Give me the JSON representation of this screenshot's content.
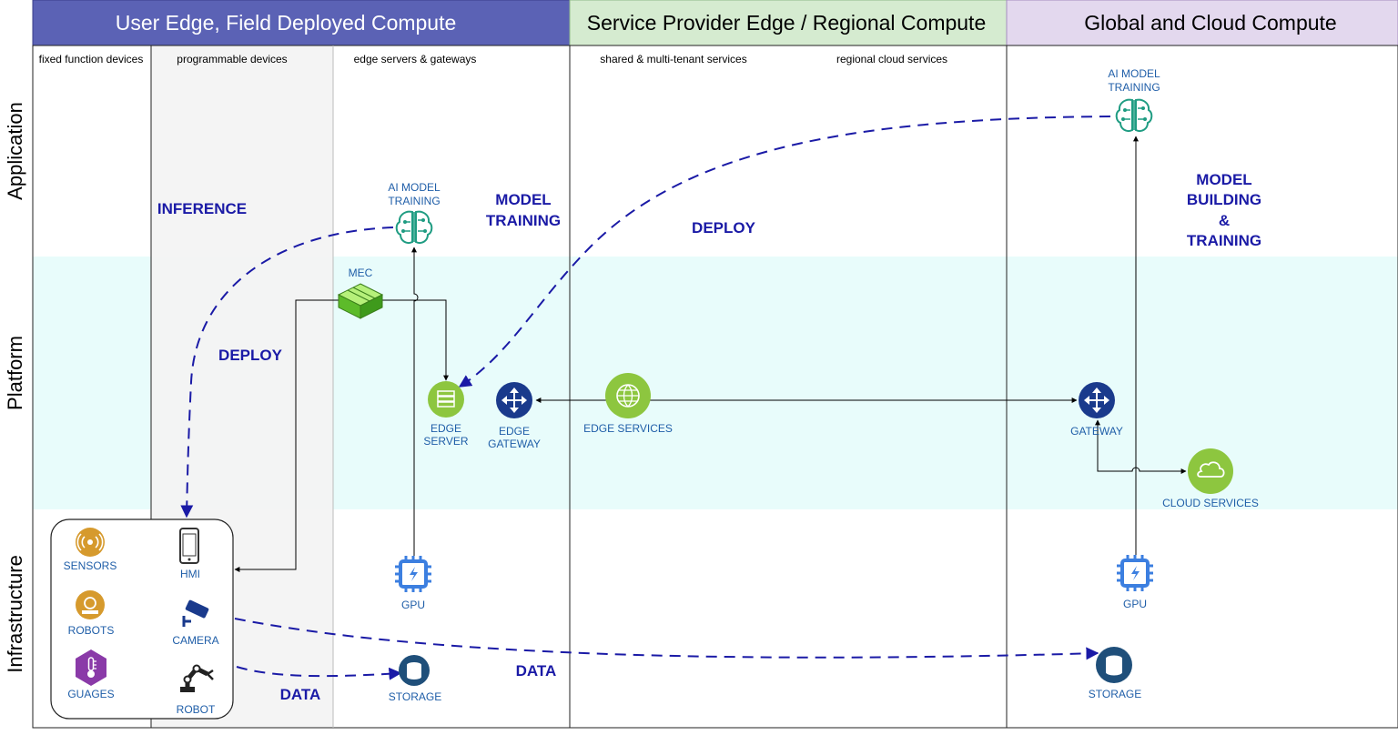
{
  "rows": {
    "application": "Application",
    "platform": "Platform",
    "infrastructure": "Infrastructure"
  },
  "zones": {
    "user_edge": {
      "title": "User Edge, Field Deployed Compute",
      "color": "#5b62b5"
    },
    "sp_edge": {
      "title": "Service Provider Edge / Regional Compute",
      "color": "#d5ebd0"
    },
    "global": {
      "title": "Global and Cloud Compute",
      "color": "#e3d8ee"
    }
  },
  "subcolumns": {
    "fixed": "fixed function devices",
    "programmable": "programmable devices",
    "edge_servers": "edge servers & gateways",
    "shared": "shared & multi-tenant services",
    "regional": "regional cloud services"
  },
  "labels": {
    "ai_training_edge": [
      "AI MODEL",
      "TRAINING"
    ],
    "ai_training_cloud": [
      "AI MODEL",
      "TRAINING"
    ],
    "mec": "MEC",
    "edge_server": [
      "EDGE",
      "SERVER"
    ],
    "edge_gateway": [
      "EDGE",
      "GATEWAY"
    ],
    "edge_services": "EDGE SERVICES",
    "gateway": "GATEWAY",
    "cloud_services": "CLOUD SERVICES",
    "gpu_edge": "GPU",
    "gpu_cloud": "GPU",
    "storage_edge": "STORAGE",
    "storage_cloud": "STORAGE",
    "sensors": "SENSORS",
    "robots": "ROBOTS",
    "guages": "GUAGES",
    "hmi": "HMI",
    "camera": "CAMERA",
    "robot": "ROBOT"
  },
  "annotations": {
    "inference": "INFERENCE",
    "model_training": [
      "MODEL",
      "TRAINING"
    ],
    "deploy_mid": "DEPLOY",
    "deploy_left": "DEPLOY",
    "model_building": [
      "MODEL",
      "BUILDING",
      "&",
      "TRAINING"
    ],
    "data_left": "DATA",
    "data_mid": "DATA"
  },
  "colors": {
    "platform_band": "#e8fcfb",
    "programmable_band": "#f3f3f3",
    "flow_dashed": "#1a1aa6",
    "label_blue": "#1f5ea8",
    "gateway_navy": "#1a3a8c",
    "service_green": "#8dc63f",
    "ai_teal": "#1f9c82",
    "gpu_blue": "#3c7fe0",
    "storage_navy": "#1f4f7a",
    "sensor_gold": "#d69a2d",
    "gauge_purple": "#8a3aa8"
  }
}
